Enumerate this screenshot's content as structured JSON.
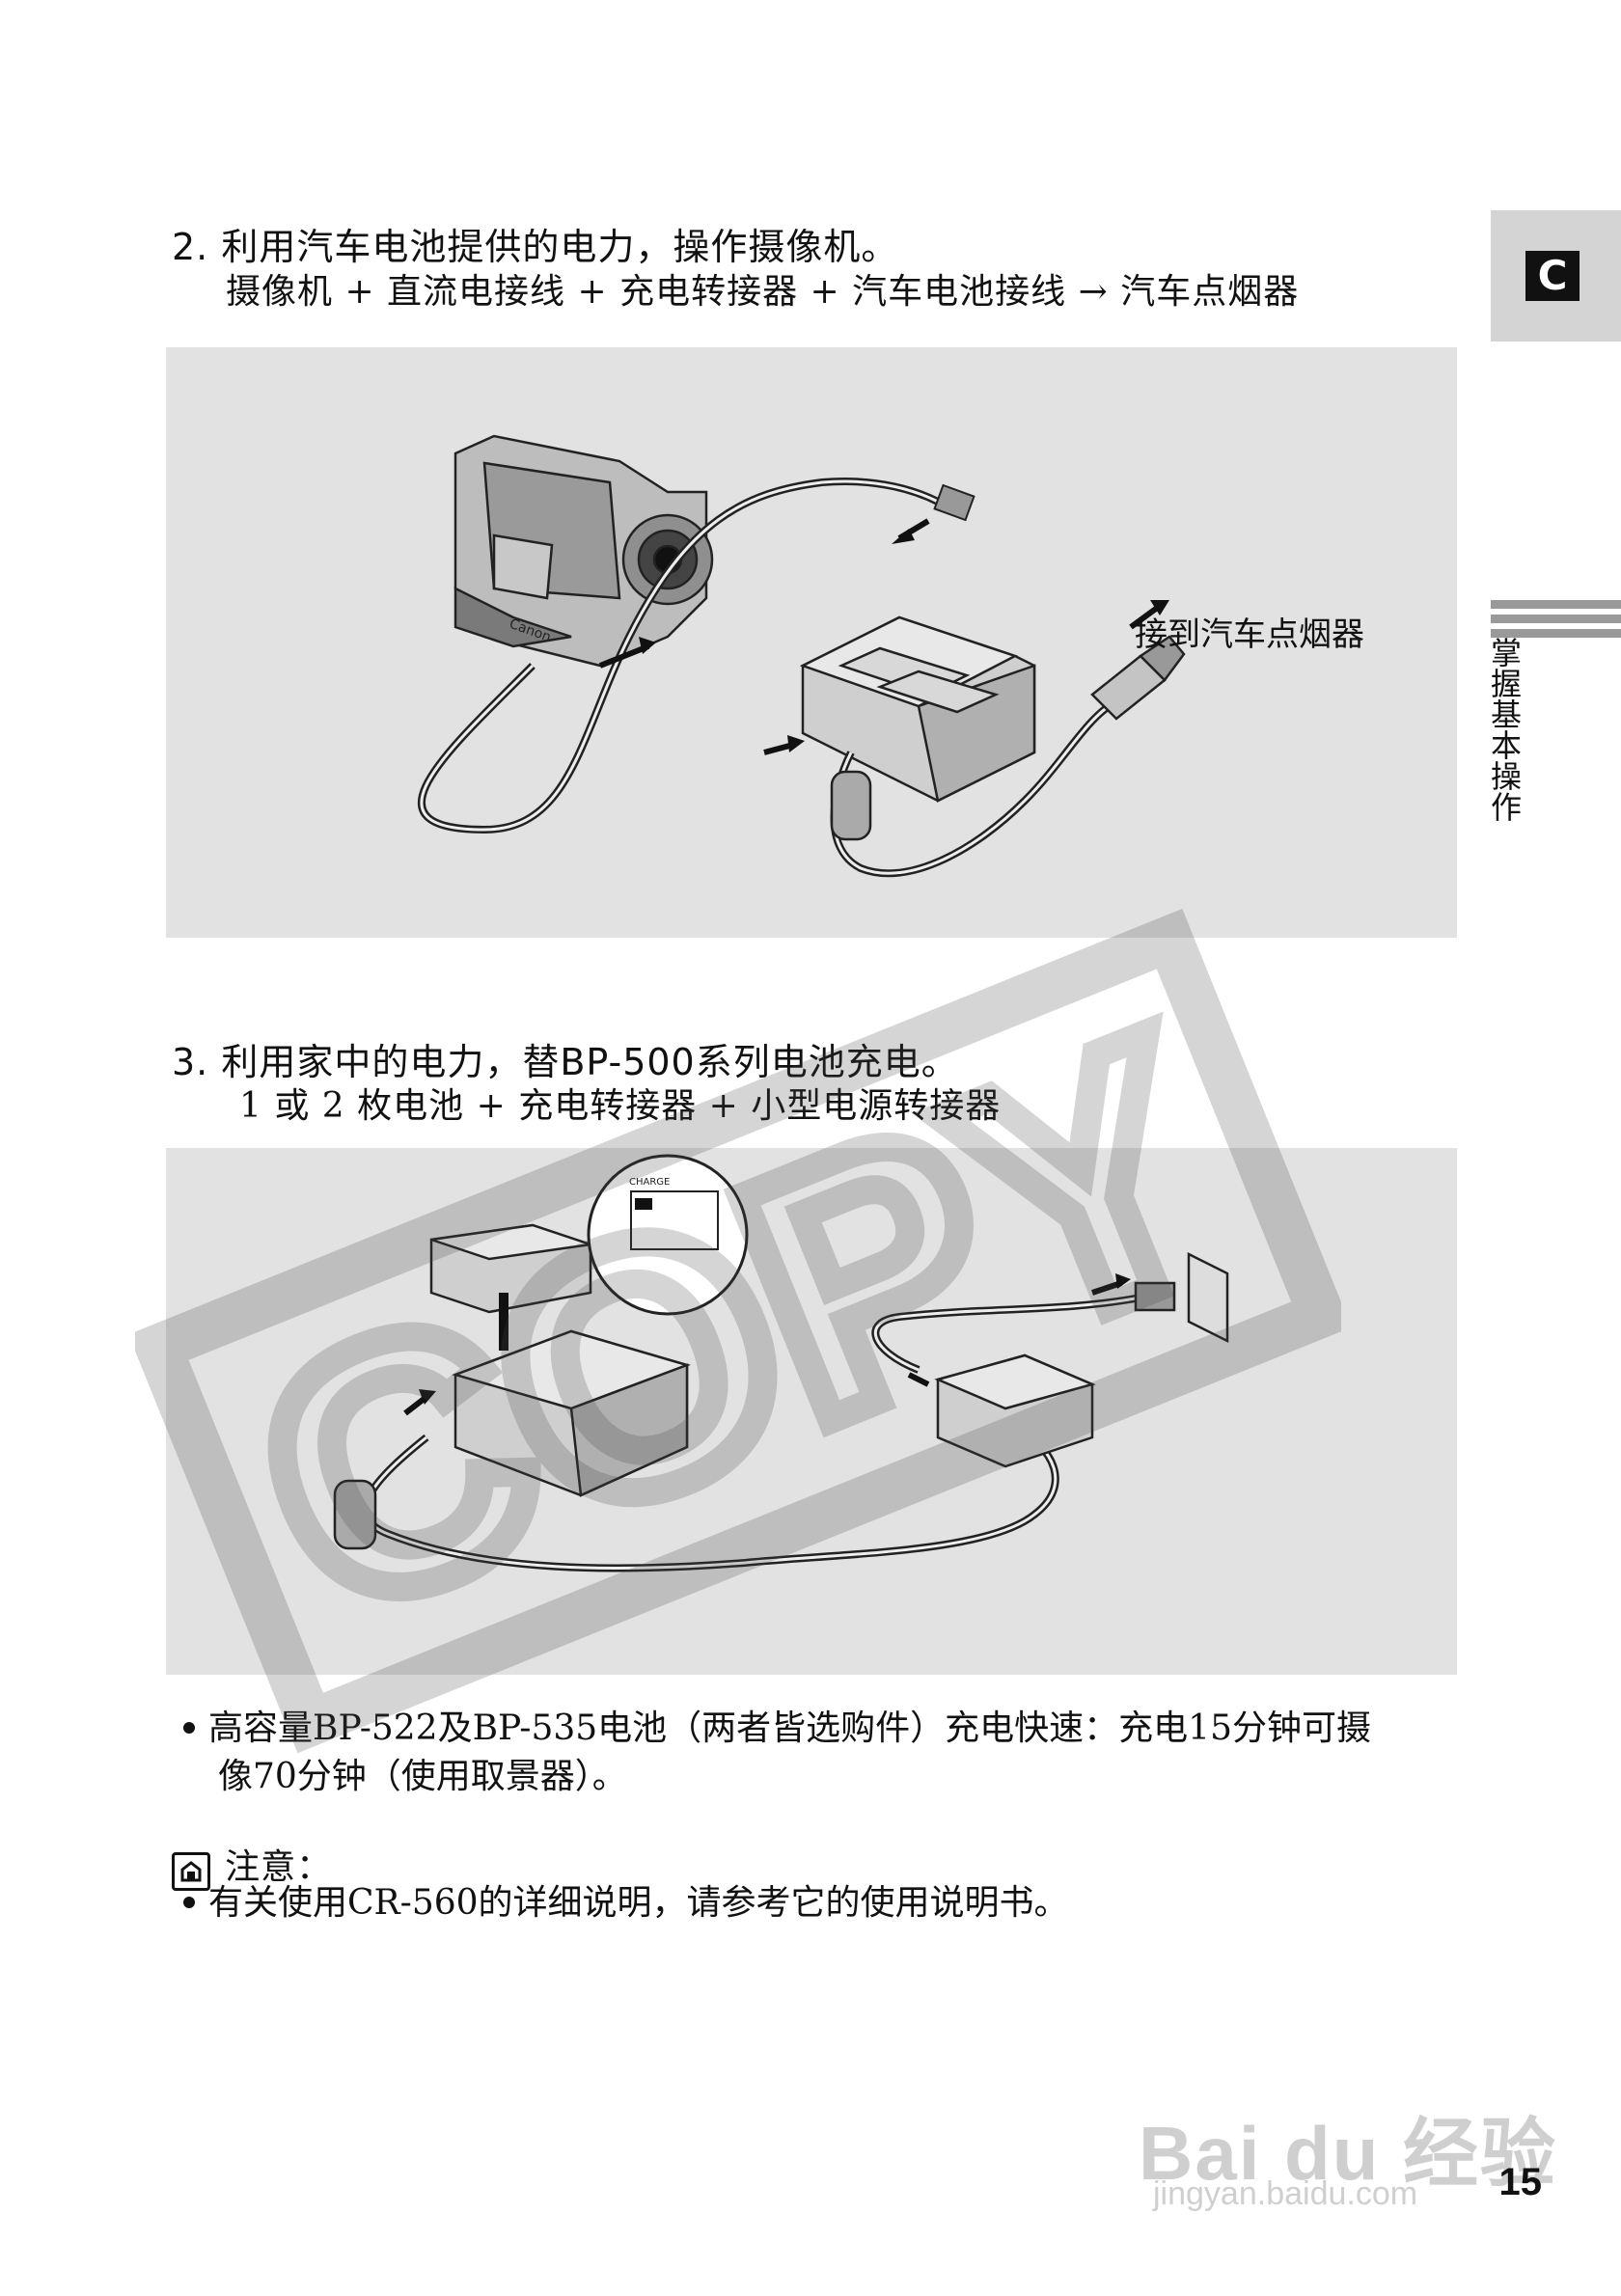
{
  "section2": {
    "heading": "2. 利用汽车电池提供的电力，操作摄像机。",
    "formula": "摄像机 + 直流电接线 + 充电转接器 + 汽车电池接线 → 汽车点烟器",
    "callout": "接到汽车点烟器"
  },
  "section3": {
    "heading": "3. 利用家中的电力，替BP-500系列电池充电。",
    "formula": "1 或 2 枚电池 + 充电转接器 + 小型电源转接器"
  },
  "sidebar": {
    "tab_letter": "C",
    "vertical_text": "掌握基本操作"
  },
  "bullet1": {
    "line1": "高容量BP-522及BP-535电池（两者皆选购件）充电快速：充电15分钟可摄",
    "line2": "像70分钟（使用取景器）。"
  },
  "note": {
    "title": "注意：",
    "text": "有关使用CR-560的详细说明，请参考它的使用说明书。"
  },
  "watermark": {
    "copy": "COPY",
    "baidu": "Bai du 经验",
    "url": "jingyan.baidu.com"
  },
  "diagram_labels": {
    "charge": "CHARGE",
    "brand": "Canon"
  },
  "page_number": "15"
}
